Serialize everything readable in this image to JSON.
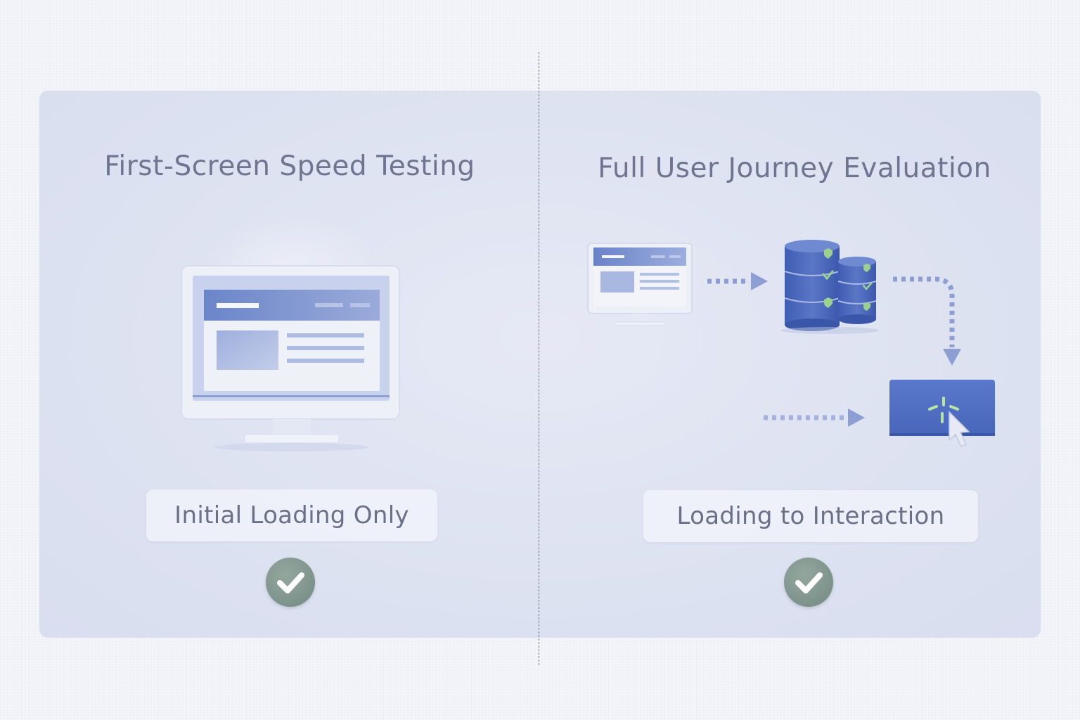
{
  "left": {
    "title": "First-Screen Speed Testing",
    "label": "Initial Loading Only",
    "illustration": "monitor-icon",
    "status_icon": "check-icon"
  },
  "right": {
    "title": "Full User Journey Evaluation",
    "label": "Loading to Interaction",
    "flow_icons": [
      "monitor-icon",
      "database-icon",
      "click-button-icon"
    ],
    "status_icon": "check-icon"
  },
  "colors": {
    "accent_blue": "#4f6cc0",
    "check_green": "#7d928a",
    "panel_bg": "#dde2f1",
    "text": "#6f7590"
  }
}
